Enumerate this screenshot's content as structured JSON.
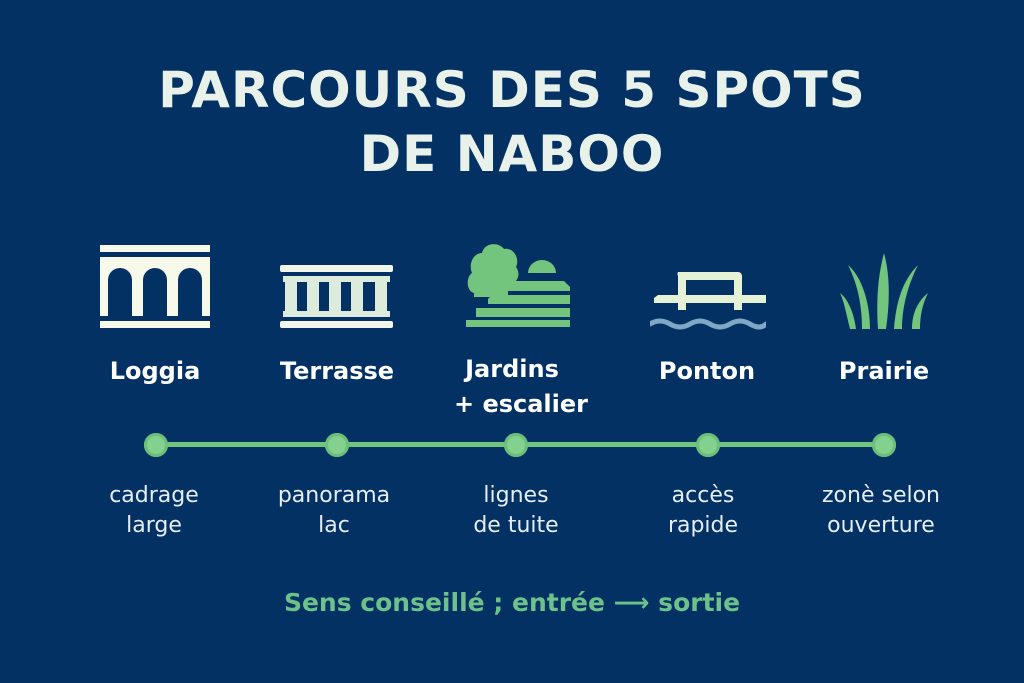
{
  "title": {
    "line1": "PARCOURS DES 5 SPOTS",
    "line2": "DE NABOO"
  },
  "colors": {
    "background": "#033163",
    "title": "#e9f2ea",
    "accent_green": "#72c57e",
    "icon_cream": "#f7f9ea",
    "water_blue": "#7fa8c6"
  },
  "spots": [
    {
      "name": "Loggia",
      "icon": "arches-icon",
      "note_line1": "cadrage",
      "note_line2": "large"
    },
    {
      "name": "Terrasse",
      "icon": "balustrade-icon",
      "note_line1": "panorama",
      "note_line2": "lac"
    },
    {
      "name_line1": "Jardins",
      "name_line2": "+ escalier",
      "icon": "garden-stairs-icon",
      "note_line1": "lignes",
      "note_line2": "de tuite"
    },
    {
      "name": "Ponton",
      "icon": "pier-water-icon",
      "note_line1": "accès",
      "note_line2": "rapide"
    },
    {
      "name": "Prairie",
      "icon": "grass-icon",
      "note_line1": "zonè selon",
      "note_line2": "ouverture"
    }
  ],
  "footer": {
    "text": "Sens conseillé ; entrée ⟶ sortie"
  }
}
